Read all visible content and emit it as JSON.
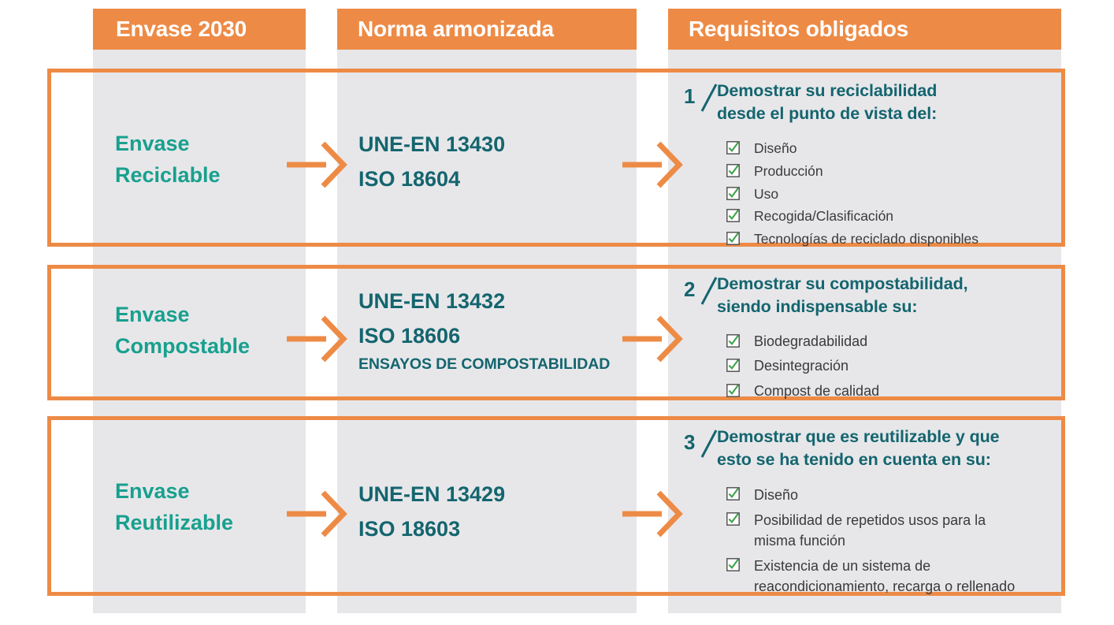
{
  "colors": {
    "orange": "#ED8B46",
    "teal_light": "#18A08E",
    "teal_dark": "#14656E",
    "gray_band": "#e7e7ea",
    "check_green": "#3FA24A",
    "text_dark": "#3a3a3a"
  },
  "headers": [
    {
      "label": "Envase 2030"
    },
    {
      "label": "Norma armonizada"
    },
    {
      "label": "Requisitos obligados"
    }
  ],
  "rows": [
    {
      "package": "Envase\nReciclable",
      "package_lines": [
        "Envase",
        "Reciclable"
      ],
      "arrow_1": "arrow-right-icon",
      "norms": [
        {
          "text": "UNE-EN 13430",
          "style": "large"
        },
        {
          "text": "ISO 18604",
          "style": "large"
        }
      ],
      "arrow_2": "arrow-right-icon",
      "requirement": {
        "number": "1",
        "title_lines": [
          "Demostrar su reciclabilidad",
          "desde el punto de vista del:"
        ],
        "items": [
          "Diseño",
          "Producción",
          "Uso",
          "Recogida/Clasificación",
          "Tecnologías de reciclado disponibles"
        ]
      }
    },
    {
      "package": "Envase\nCompostable",
      "package_lines": [
        "Envase",
        "Compostable"
      ],
      "arrow_1": "arrow-right-icon",
      "norms": [
        {
          "text": "UNE-EN 13432",
          "style": "large"
        },
        {
          "text": "ISO 18606",
          "style": "large"
        },
        {
          "text": "ENSAYOS DE COMPOSTABILIDAD",
          "style": "small"
        }
      ],
      "arrow_2": "arrow-right-icon",
      "requirement": {
        "number": "2",
        "title_lines": [
          "Demostrar su compostabilidad,",
          "siendo indispensable su:"
        ],
        "items": [
          "Biodegradabilidad",
          "Desintegración",
          "Compost de calidad"
        ]
      }
    },
    {
      "package": "Envase\nReutilizable",
      "package_lines": [
        "Envase",
        "Reutilizable"
      ],
      "arrow_1": "arrow-right-icon",
      "norms": [
        {
          "text": "UNE-EN 13429",
          "style": "large"
        },
        {
          "text": "ISO 18603",
          "style": "large"
        }
      ],
      "arrow_2": "arrow-right-icon",
      "requirement": {
        "number": "3",
        "title_lines": [
          "Demostrar que es reutilizable y que",
          "esto se ha tenido en cuenta en su:"
        ],
        "items": [
          "Diseño",
          "Posibilidad de repetidos usos para la misma función",
          "Existencia de un sistema de reacondicionamiento, recarga o rellenado"
        ]
      }
    }
  ]
}
